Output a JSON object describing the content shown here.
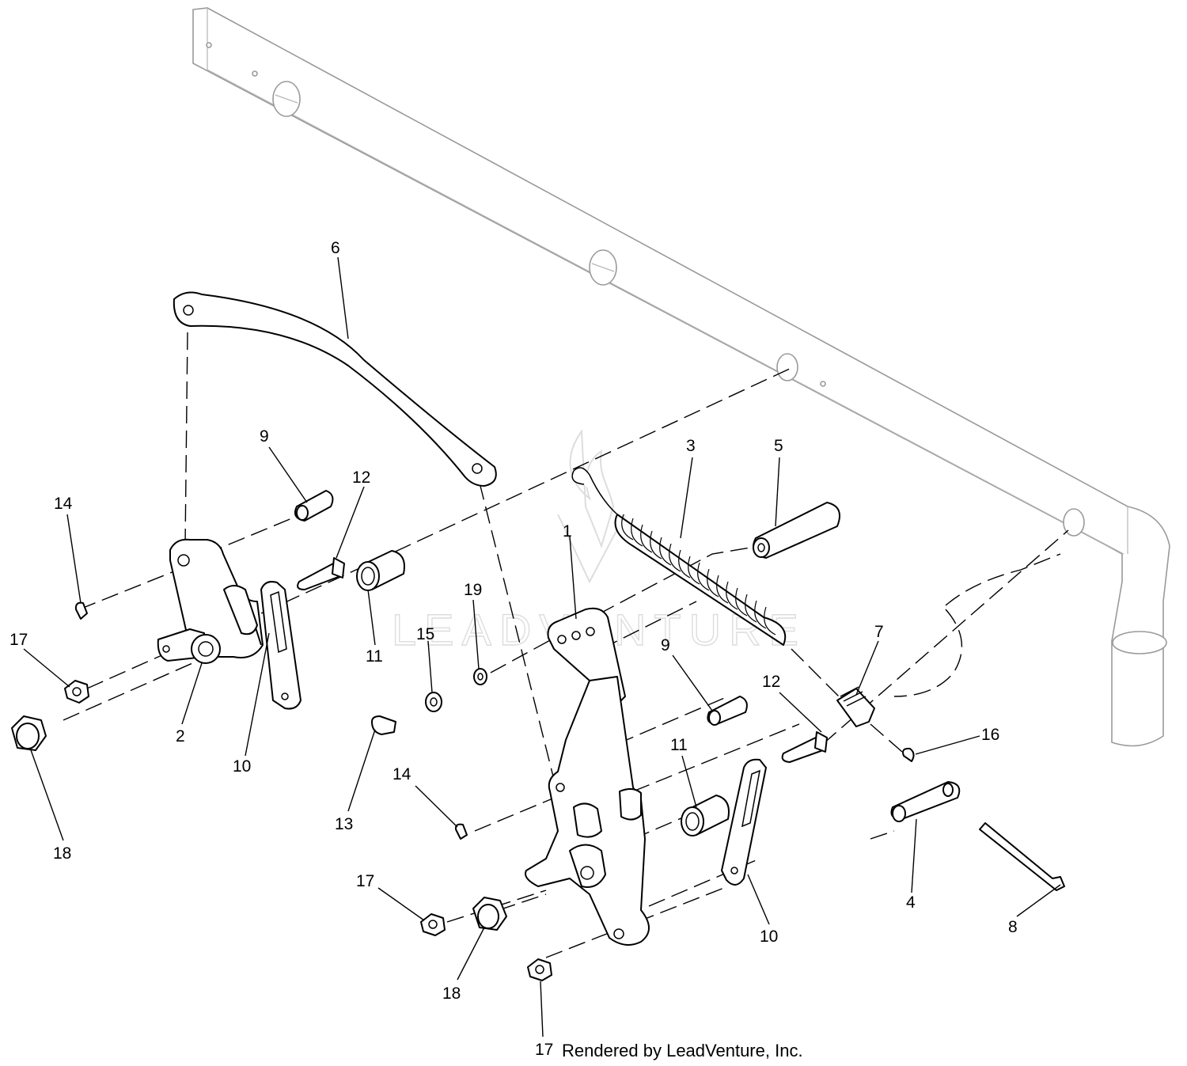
{
  "callouts": [
    {
      "id": "c1",
      "label": "1"
    },
    {
      "id": "c2",
      "label": "2"
    },
    {
      "id": "c3",
      "label": "3"
    },
    {
      "id": "c4",
      "label": "4"
    },
    {
      "id": "c5",
      "label": "5"
    },
    {
      "id": "c6",
      "label": "6"
    },
    {
      "id": "c7",
      "label": "7"
    },
    {
      "id": "c8",
      "label": "8"
    },
    {
      "id": "c9a",
      "label": "9"
    },
    {
      "id": "c9b",
      "label": "9"
    },
    {
      "id": "c10a",
      "label": "10"
    },
    {
      "id": "c10b",
      "label": "10"
    },
    {
      "id": "c11a",
      "label": "11"
    },
    {
      "id": "c11b",
      "label": "11"
    },
    {
      "id": "c12a",
      "label": "12"
    },
    {
      "id": "c12b",
      "label": "12"
    },
    {
      "id": "c13",
      "label": "13"
    },
    {
      "id": "c14a",
      "label": "14"
    },
    {
      "id": "c14b",
      "label": "14"
    },
    {
      "id": "c15",
      "label": "15"
    },
    {
      "id": "c16",
      "label": "16"
    },
    {
      "id": "c17a",
      "label": "17"
    },
    {
      "id": "c17b",
      "label": "17"
    },
    {
      "id": "c17c",
      "label": "17"
    },
    {
      "id": "c18a",
      "label": "18"
    },
    {
      "id": "c18b",
      "label": "18"
    },
    {
      "id": "c19",
      "label": "19"
    }
  ],
  "credit": "Rendered by LeadVenture, Inc.",
  "watermark": "LEADVENTURE"
}
